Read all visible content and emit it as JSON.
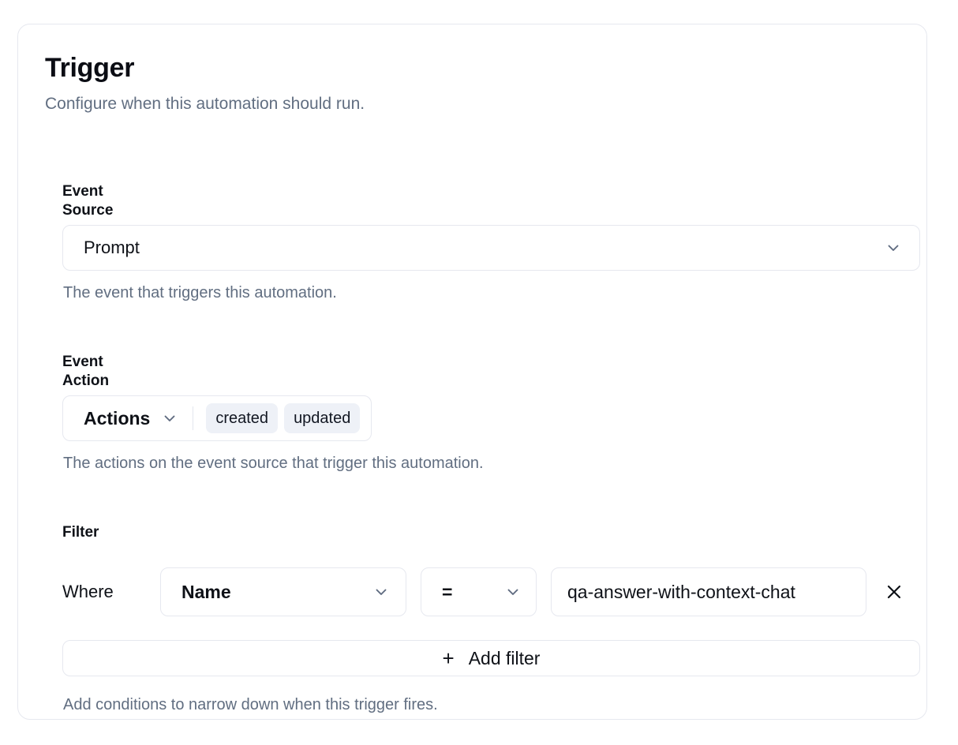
{
  "card": {
    "title": "Trigger",
    "subtitle": "Configure when this automation should run."
  },
  "event_source": {
    "label": "Event Source",
    "selected": "Prompt",
    "help": "The event that triggers this automation.",
    "chevron_icon": "chevron-down-icon"
  },
  "event_action": {
    "label": "Event Action",
    "trigger_label": "Actions",
    "chips": [
      "created",
      "updated"
    ],
    "help": "The actions on the event source that trigger this automation.",
    "chevron_icon": "chevron-down-icon"
  },
  "filter": {
    "label": "Filter",
    "where_label": "Where",
    "field": "Name",
    "operator": "=",
    "value": "qa-answer-with-context-chat",
    "remove_icon": "close-icon",
    "add_filter_label": "Add filter",
    "add_filter_icon": "plus-icon",
    "help": "Add conditions to narrow down when this trigger fires."
  },
  "colors": {
    "text": "#0e1117",
    "muted": "#616e81",
    "border": "#e6e8ef",
    "chip_bg": "#eef1f7",
    "chevron": "#5f6b80"
  }
}
